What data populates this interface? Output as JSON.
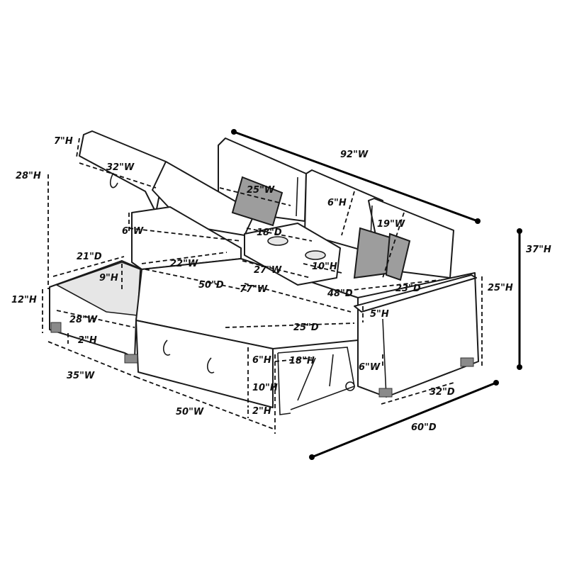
{
  "dimensions": {
    "overall_width": "92\"W",
    "overall_height": "37\"H",
    "overall_depth": "60\"D",
    "storage_lid_thickness": "7\"H",
    "storage_lid_width": "32\"W",
    "raised_storage_height": "28\"H",
    "back_cushion_width": "25\"W",
    "back_cushion_thickness": "6\"H",
    "pillow_width": "19\"W",
    "console_depth": "18\"D",
    "console_height": "10\"H",
    "console_width": "27\"W",
    "storage_rim": "6\"W",
    "chaise_depth": "21\"D",
    "storage_depth": "9\"H",
    "storage_opening_width": "22\"W",
    "chaise_seat_depth": "50\"D",
    "seat_width": "77\"W",
    "seat_depth": "48\"D",
    "arm_depth": "23\"D",
    "arm_height": "25\"H",
    "arm_top_height": "5\"H",
    "seat_height": "12\"H",
    "storage_inner_width": "28\"W",
    "leg_height_left": "2\"H",
    "sleeper_seat_depth": "25\"D",
    "sleeper_cushion": "6\"H",
    "sleeper_pullout": "18\"H",
    "sleeper_frame_height": "10\"H",
    "leg_height_center": "2\"H",
    "arm_width": "6\"W",
    "arm_seat_depth": "32\"D",
    "chaise_width": "35\"W",
    "pullout_width": "50\"W"
  }
}
